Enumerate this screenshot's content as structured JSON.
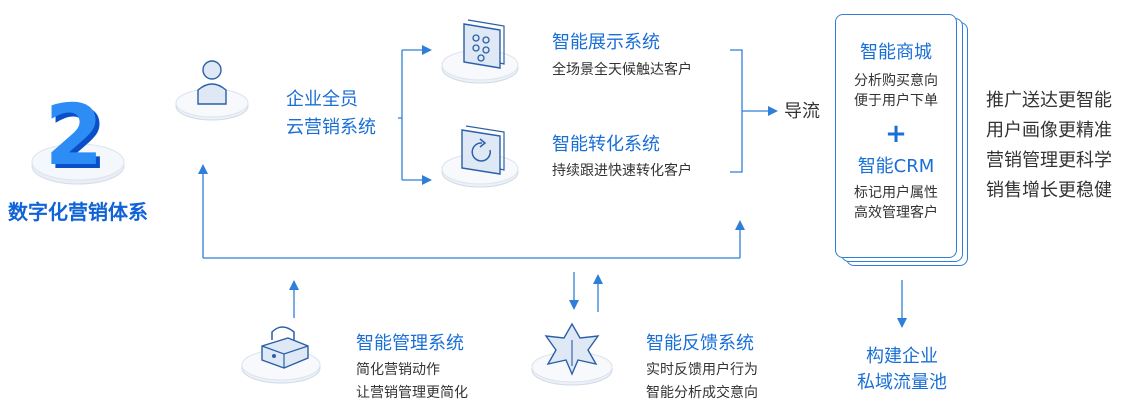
{
  "core": {
    "title": "数字化营销体系",
    "badge_text": "2"
  },
  "staff": {
    "title_line1": "企业全员",
    "title_line2": "云营销系统"
  },
  "display": {
    "title": "智能展示系统",
    "desc": "全场景全天候触达客户"
  },
  "convert": {
    "title": "智能转化系统",
    "desc": "持续跟进快速转化客户"
  },
  "guide": {
    "label": "导流"
  },
  "mall_box": {
    "mall_title": "智能商城",
    "mall_desc1": "分析购买意向",
    "mall_desc2": "便于用户下单",
    "plus": "+",
    "crm_title": "智能CRM",
    "crm_desc1": "标记用户属性",
    "crm_desc2": "高效管理客户"
  },
  "benefits": [
    "推广送达更智能",
    "用户画像更精准",
    "营销管理更科学",
    "销售增长更稳健"
  ],
  "manage": {
    "title": "智能管理系统",
    "desc1": "简化营销动作",
    "desc2": "让营销管理更简化"
  },
  "feedback": {
    "title": "智能反馈系统",
    "desc1": "实时反馈用户行为",
    "desc2": "智能分析成交意向"
  },
  "pool": {
    "line1": "构建企业",
    "line2": "私域流量池"
  },
  "colors": {
    "accent": "#1a6fd6",
    "line": "#2f7fd8",
    "platform": "#e8eef6"
  }
}
